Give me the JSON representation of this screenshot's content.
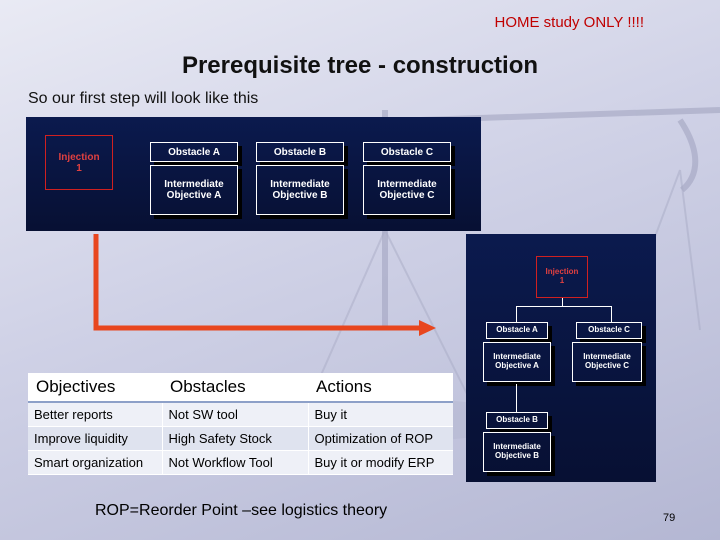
{
  "header": {
    "warning": "HOME study ONLY !!!!",
    "title": "Prerequisite tree - construction",
    "subtitle": "So our first step will look like this"
  },
  "diagram_top": {
    "injection": "Injection\n1",
    "obstacles": [
      "Obstacle A",
      "Obstacle B",
      "Obstacle C"
    ],
    "objectives": [
      "Intermediate\nObjective A",
      "Intermediate\nObjective B",
      "Intermediate\nObjective C"
    ]
  },
  "diagram_right": {
    "injection": "Injection\n1",
    "obstacle_a": "Obstacle A",
    "obstacle_c": "Obstacle C",
    "objective_a": "Intermediate\nObjective A",
    "objective_c": "Intermediate\nObjective C",
    "obstacle_b": "Obstacle B",
    "objective_b": "Intermediate\nObjective B"
  },
  "table": {
    "headers": [
      "Objectives",
      "Obstacles",
      "Actions"
    ],
    "rows": [
      [
        "Better reports",
        "Not SW tool",
        "Buy it"
      ],
      [
        "Improve liquidity",
        "High Safety Stock",
        "Optimization of ROP"
      ],
      [
        "Smart organization",
        "Not Workflow Tool",
        "Buy it or modify ERP"
      ]
    ]
  },
  "note": "ROP=Reorder Point –see logistics theory",
  "page_number": "79",
  "colors": {
    "warning": "#c00000",
    "panel": "#0b1a4e",
    "arrow": "#e8461e",
    "injection_border": "#d02020"
  },
  "icons": {
    "background": "scale-of-justice-icon",
    "arrow": "elbow-arrow-icon"
  }
}
